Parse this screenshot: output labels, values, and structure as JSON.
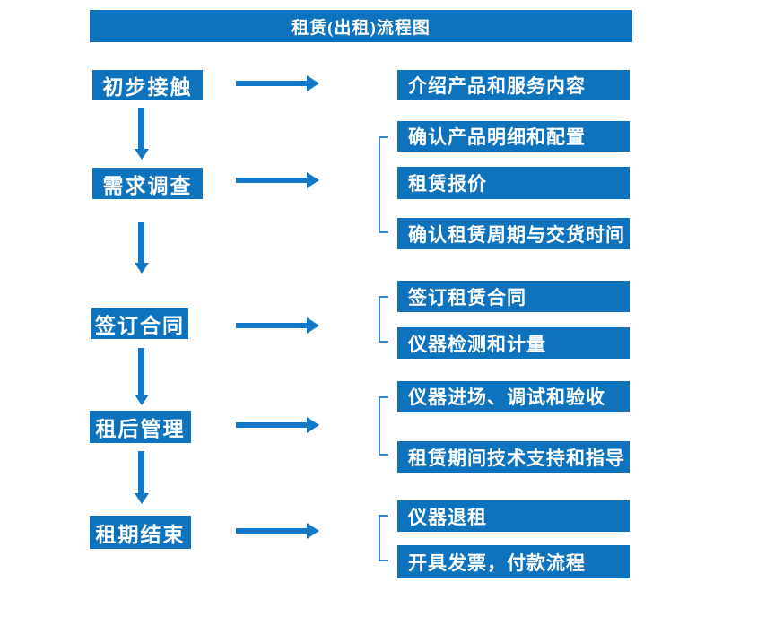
{
  "title": "租赁(出租)流程图",
  "colors": {
    "box_blue": "#0e72bd",
    "arrow_blue": "#1478c8",
    "bracket_blue": "#3f86c8",
    "text_white": "#ffffff"
  },
  "steps": [
    {
      "label": "初步接触",
      "details": [
        "介绍产品和服务内容"
      ]
    },
    {
      "label": "需求调查",
      "details": [
        "确认产品明细和配置",
        "租赁报价",
        "确认租赁周期与交货时间"
      ]
    },
    {
      "label": "签订合同",
      "details": [
        "签订租赁合同",
        "仪器检测和计量"
      ]
    },
    {
      "label": "租后管理",
      "details": [
        "仪器进场、调试和验收",
        "租赁期间技术支持和指导"
      ]
    },
    {
      "label": "租期结束",
      "details": [
        "仪器退租",
        "开具发票，付款流程"
      ]
    }
  ]
}
